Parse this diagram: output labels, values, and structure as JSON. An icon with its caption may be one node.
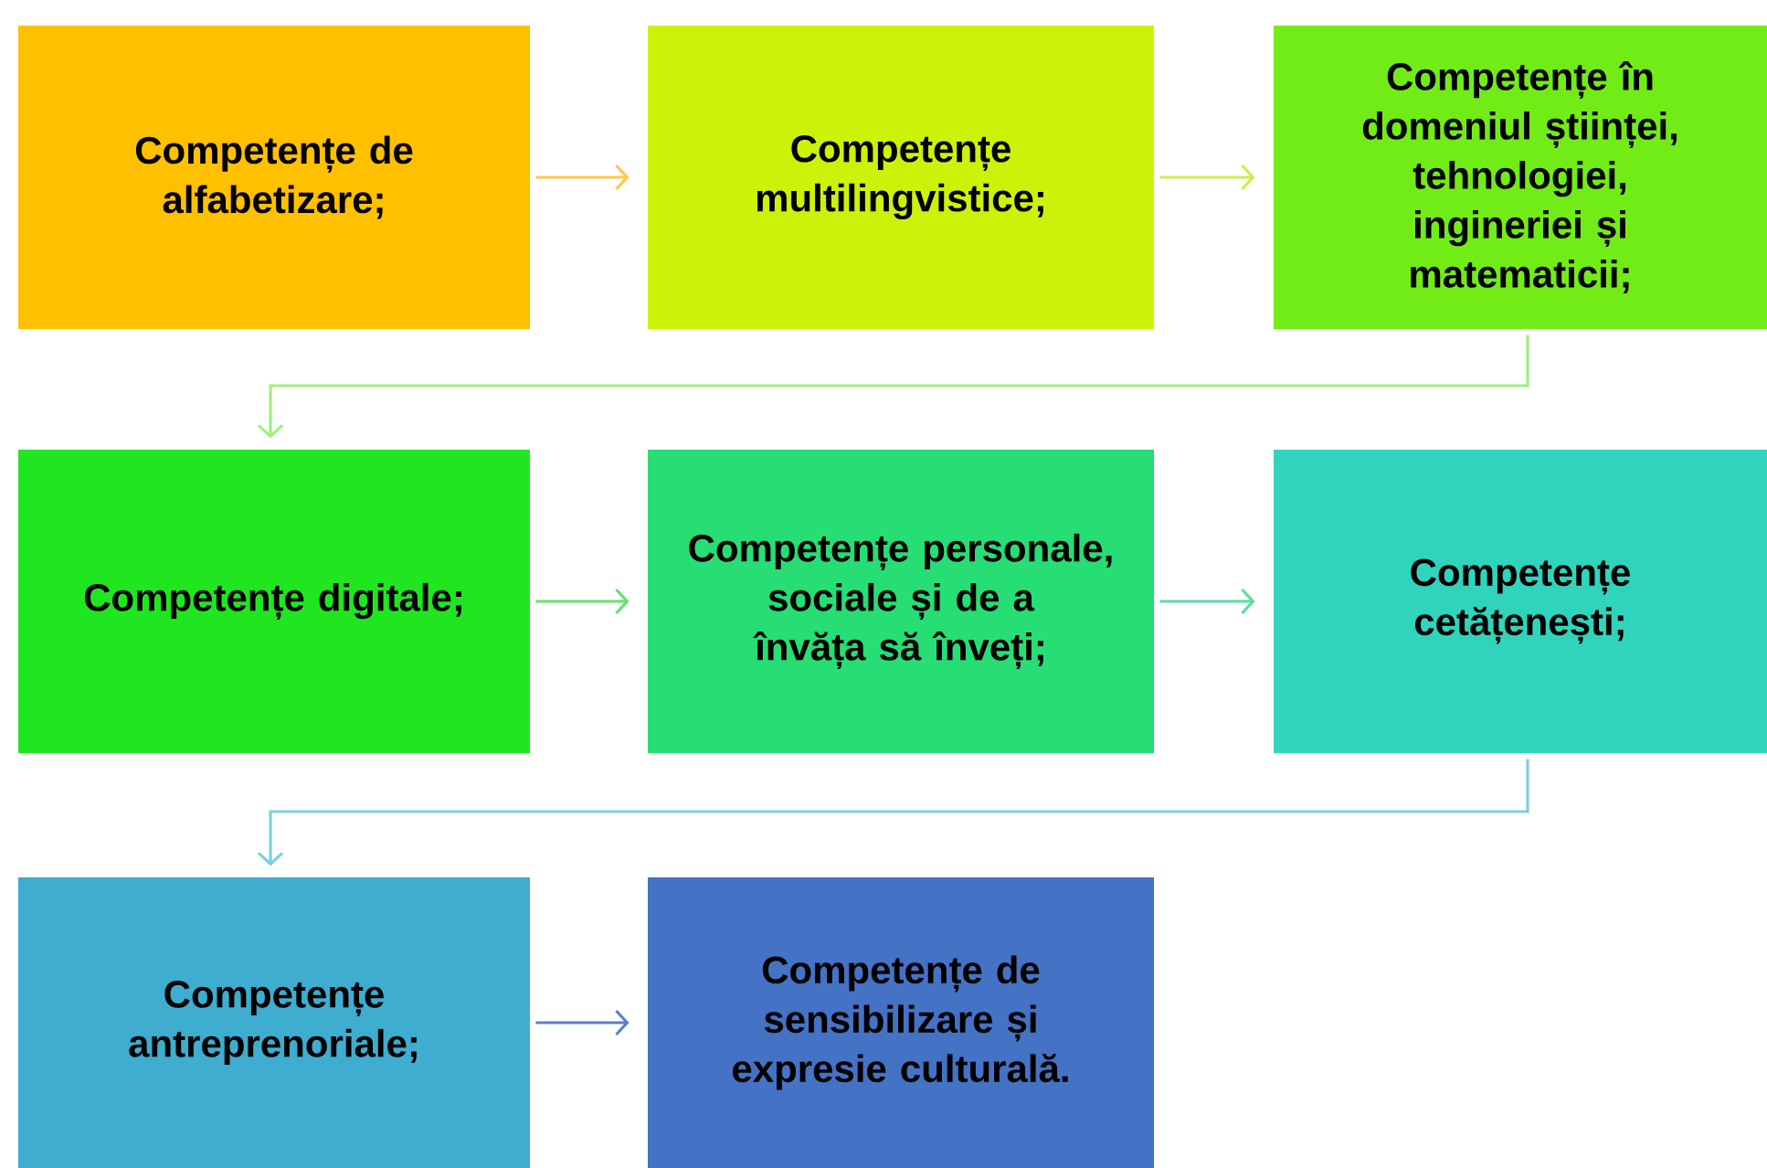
{
  "diagram": {
    "nodes": [
      {
        "text": [
          "Competențe de alfabetizare;"
        ]
      },
      {
        "text": [
          "Competențe multilingvistice;"
        ]
      },
      {
        "text": [
          "Competențe în domeniul științei, tehnologiei, ingineriei și matematicii;"
        ]
      },
      {
        "text": [
          "Competențe digitale;"
        ]
      },
      {
        "text": [
          "Competențe personale, sociale și de a învăța să înveți;"
        ]
      },
      {
        "text": [
          "Competențe cetățenești;"
        ]
      },
      {
        "text": [
          "Competențe antreprenoriale;"
        ]
      },
      {
        "text": [
          "Competențe de sensibilizare și expresie culturală."
        ]
      }
    ],
    "edges": [
      {
        "from": 0,
        "to": 1,
        "arrow": "to",
        "color": "#ffc845"
      },
      {
        "from": 1,
        "to": 2,
        "arrow": "to",
        "color": "#c8f050"
      },
      {
        "from": 2,
        "to": 3,
        "arrow": "to",
        "color": "#9ef080"
      },
      {
        "from": 3,
        "to": 4,
        "arrow": "to",
        "color": "#66e070"
      },
      {
        "from": 4,
        "to": 5,
        "arrow": "to",
        "color": "#5cdca0"
      },
      {
        "from": 5,
        "to": 6,
        "arrow": "to",
        "color": "#7ccfe0"
      },
      {
        "from": 6,
        "to": 7,
        "arrow": "to",
        "color": "#5a80cc"
      }
    ]
  }
}
